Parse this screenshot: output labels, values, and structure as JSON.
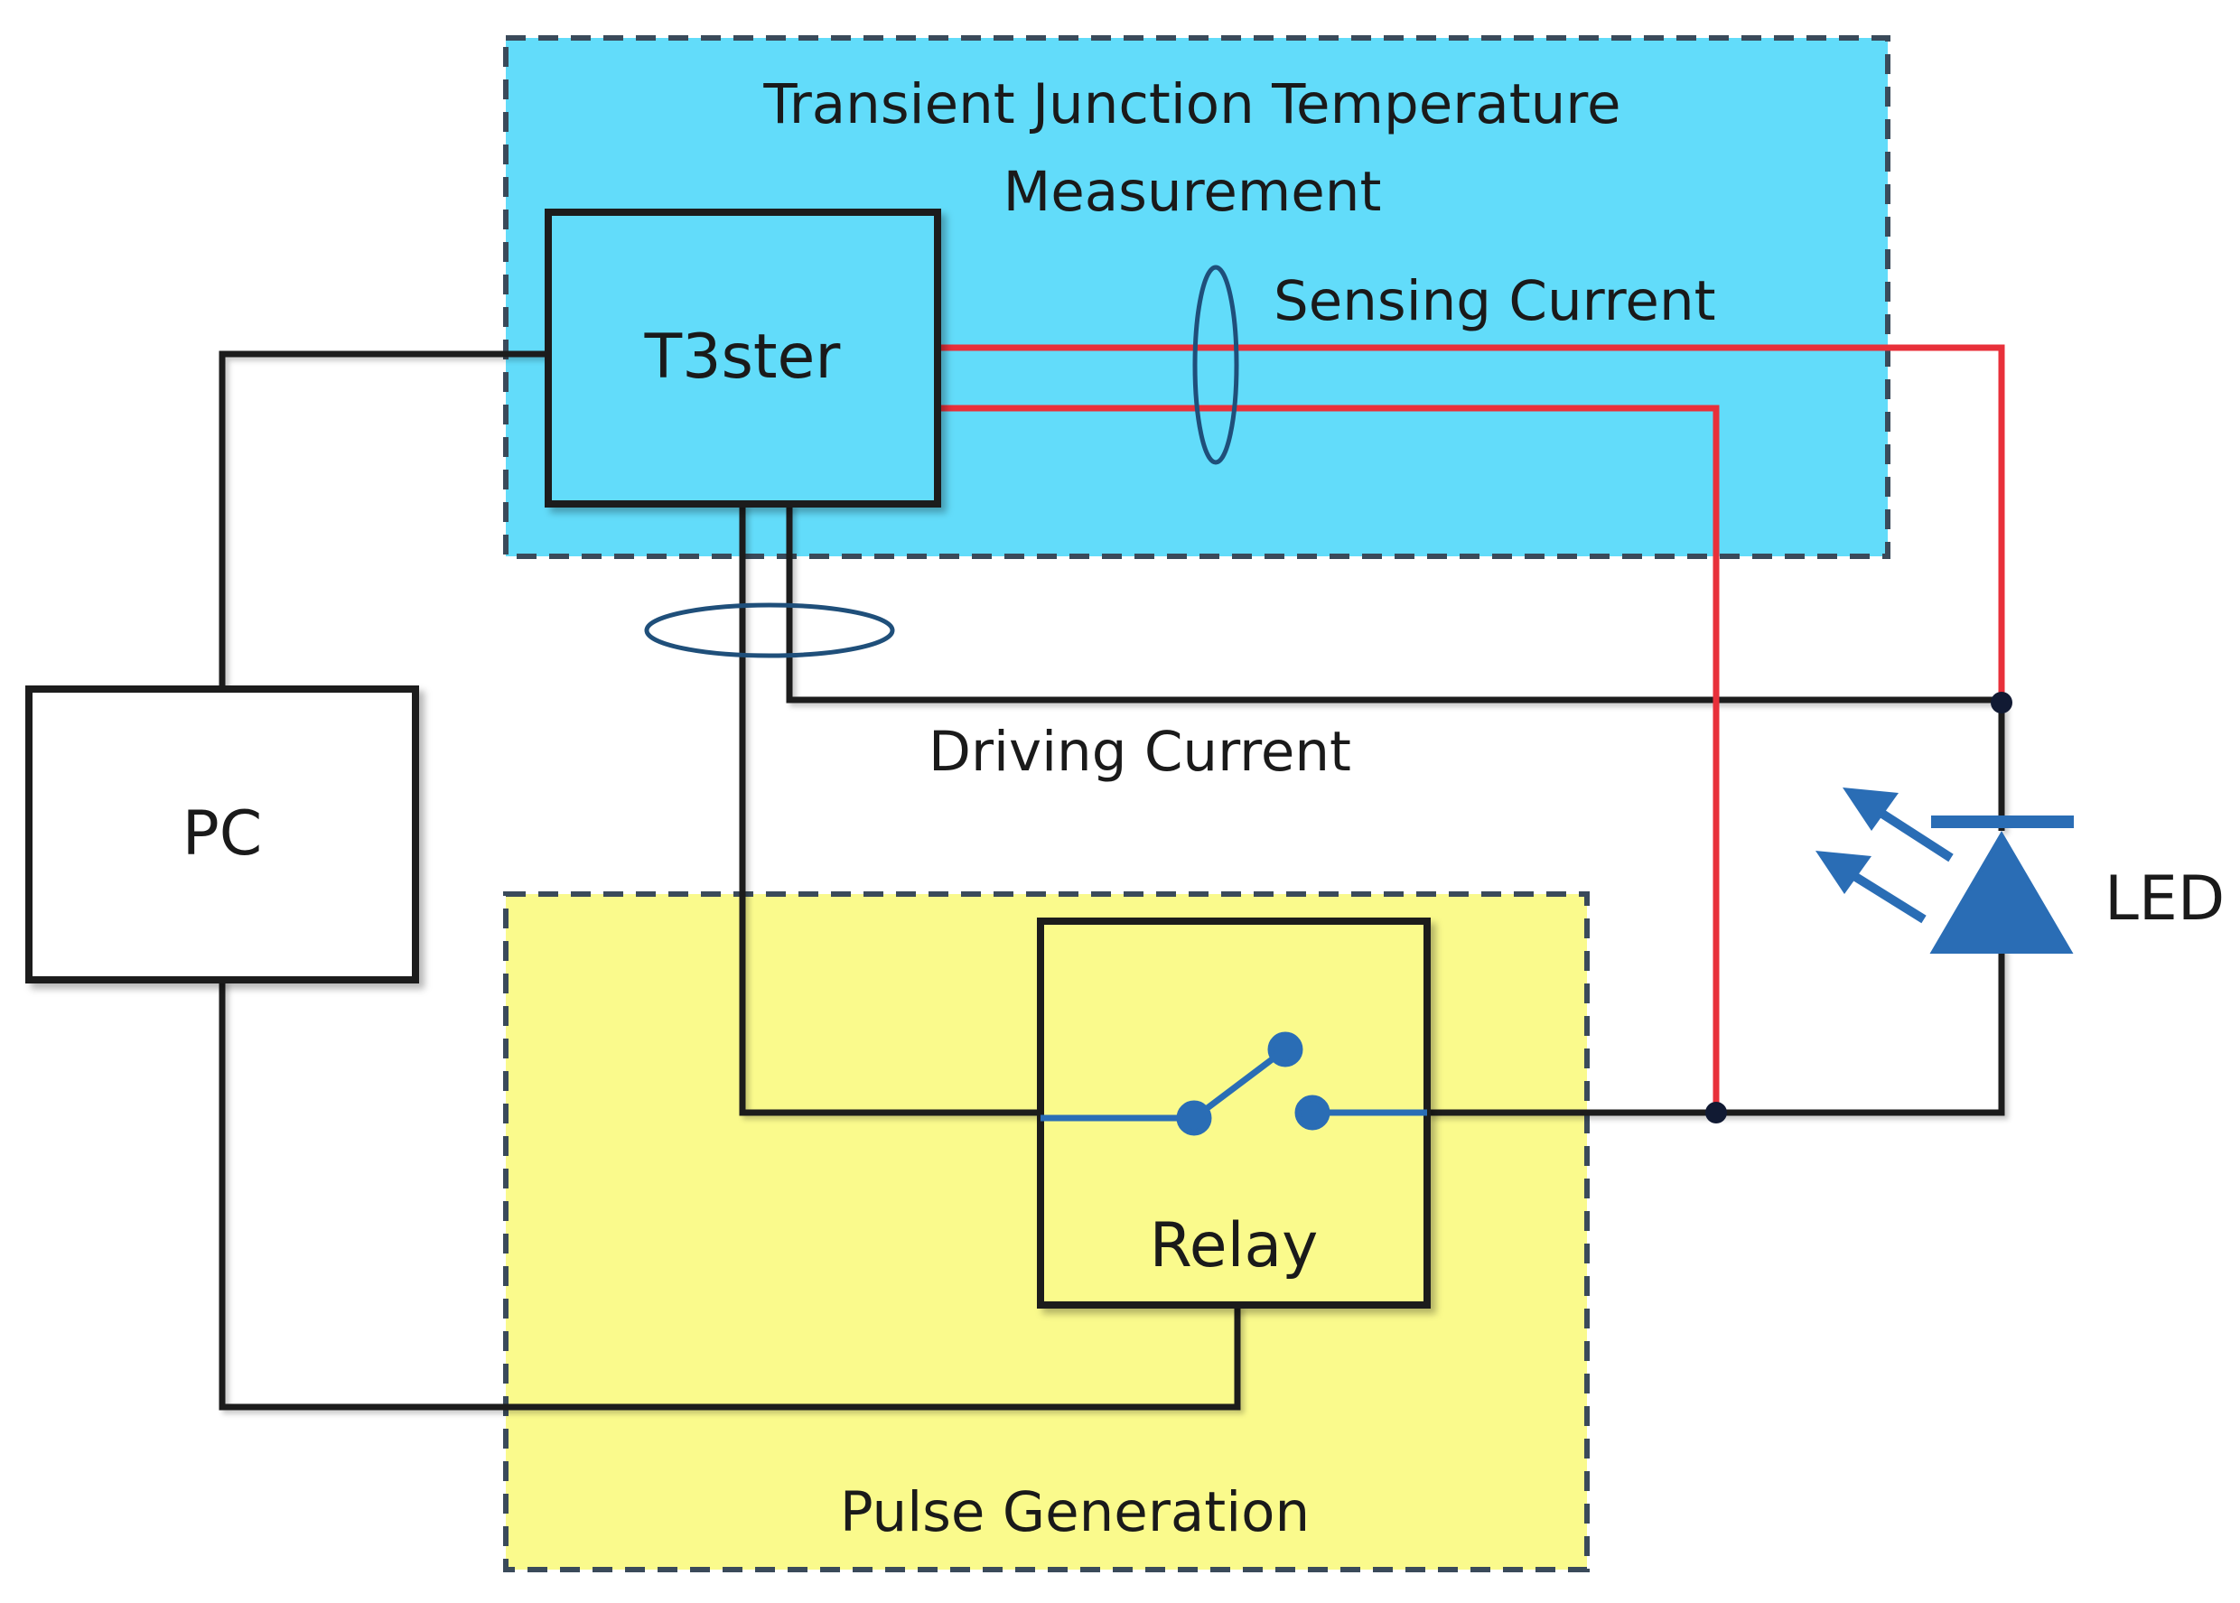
{
  "regions": {
    "measurement": {
      "title_line1": "Transient Junction Temperature",
      "title_line2": "Measurement",
      "fill": "#62dcfa",
      "border": "#3a4a5a"
    },
    "pulse": {
      "title": "Pulse Generation",
      "fill": "#fafa8c",
      "border": "#3a4a5a"
    }
  },
  "blocks": {
    "t3ster": {
      "label": "T3ster"
    },
    "pc": {
      "label": "PC"
    },
    "relay": {
      "label": "Relay"
    }
  },
  "signals": {
    "sensing": {
      "label": "Sensing Current",
      "color": "#e8303a"
    },
    "driving": {
      "label": "Driving Current",
      "color": "#1a1a1a"
    }
  },
  "components": {
    "led": {
      "label": "LED",
      "color": "#2a6db5"
    },
    "switch": {
      "color": "#2a6db5"
    }
  }
}
